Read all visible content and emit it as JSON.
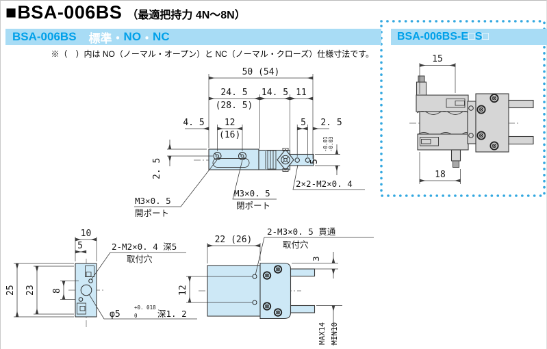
{
  "header": {
    "bullet": "■",
    "title": "BSA-006BS",
    "subtitle": "（最適把持力 4N～8N）"
  },
  "left_bar": {
    "model": "BSA-006BS",
    "type1": "標準",
    "sep1": "・",
    "type2": "NO",
    "sep2": "・",
    "type3": "NC"
  },
  "right_bar": {
    "model_prefix": "BSA-006BS-E",
    "box1": "□",
    "s": "S",
    "box2": "□"
  },
  "note": "※（　）内は NO（ノーマル・オープン）と NC（ノーマル・クローズ）仕様寸法です。",
  "colors": {
    "accent_blue": "#00A0E9",
    "bar_bg": "#A8DCF5",
    "body_fill": "#CDE8F6",
    "sensor_fill": "#D6D6D6",
    "line": "#3A3A3A",
    "dot_border": "#33A8E0"
  },
  "side_view": {
    "d50": "50 (54)",
    "d24_5": "24. 5",
    "d28_5": "(28. 5)",
    "d14_5": "14. 5",
    "d11": "11",
    "d4_5": "4. 5",
    "d12": "12",
    "d16": "(16)",
    "d5": "5",
    "d2_5": "2. 5",
    "d2_5v": "2. 5",
    "d5v": "5",
    "tol_up": "-0.01",
    "tol_low": "-0.03",
    "open_thread": "M3×0. 5",
    "open_port": "開ポート",
    "close_thread": "M3×0. 5",
    "close_port": "閉ポート",
    "finger_tap": "2×2-M2×0. 4"
  },
  "end_view": {
    "d10": "10",
    "d5": "5",
    "d25": "25",
    "d23": "23",
    "d8": "8",
    "tap_label": "2-M2×0. 4 深5",
    "tap_label2": "取付穴",
    "bore": "φ5",
    "bore_tol_up": "+0. 018",
    "bore_tol_low": "0",
    "bore_depth": "深1. 2"
  },
  "top_view": {
    "d22": "22 (26)",
    "d12": "12",
    "d3": "3",
    "thru_label": "2-M3×0. 5 貫通",
    "thru_label2": "取付穴",
    "max": "MAX14",
    "min": "MIN10"
  },
  "sensor_view": {
    "d15": "15",
    "d18": "18"
  }
}
